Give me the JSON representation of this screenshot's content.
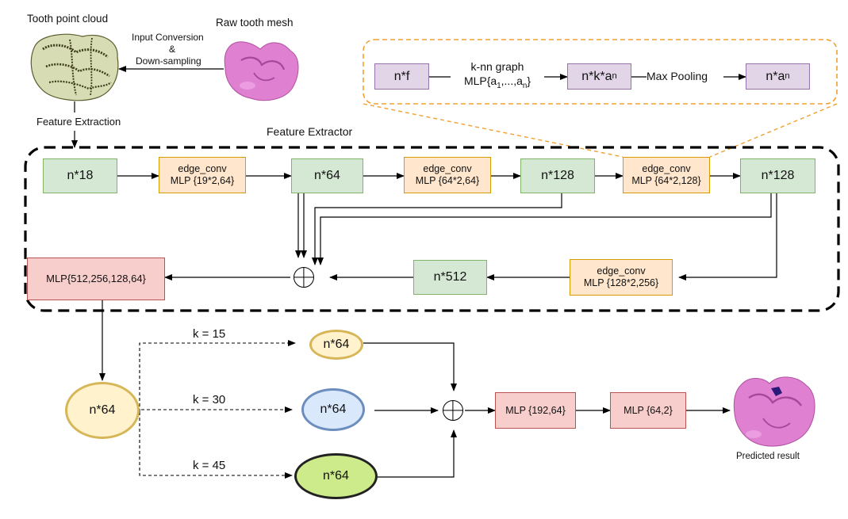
{
  "labels": {
    "tooth_point_cloud": "Tooth point cloud",
    "raw_tooth_mesh": "Raw tooth mesh",
    "input_conversion": "Input Conversion",
    "ampersand": "&",
    "down_sampling": "Down-sampling",
    "feature_extraction": "Feature Extraction",
    "feature_extractor": "Feature Extractor",
    "predicted_result": "Predicted result",
    "k15": "k = 15",
    "k30": "k = 30",
    "k45": "k = 45"
  },
  "detail": {
    "nf": "n*f",
    "knn": "k-nn graph",
    "mlp_prefix": "MLP{a",
    "mlp_mid": ",...,a",
    "mlp_suffix": "}",
    "sub1": "1",
    "subn": "n",
    "nka_prefix": "n*k*a",
    "max_pooling": "Max Pooling",
    "na_prefix": "n*a"
  },
  "extractor": {
    "n18": "n*18",
    "edge1_title": "edge_conv",
    "edge1_mlp": "MLP {19*2,64}",
    "n64": "n*64",
    "edge2_title": "edge_conv",
    "edge2_mlp": "MLP {64*2,64}",
    "n128a": "n*128",
    "edge3_title": "edge_conv",
    "edge3_mlp": "MLP {64*2,128}",
    "n128b": "n*128",
    "mlp_big": "MLP{512,256,128,64}",
    "n512": "n*512",
    "edge4_title": "edge_conv",
    "edge4_mlp": "MLP {128*2,256}"
  },
  "head": {
    "n64_main": "n*64",
    "n64_k15": "n*64",
    "n64_k30": "n*64",
    "n64_k45": "n*64",
    "mlp_192": "MLP {192,64}",
    "mlp_64_2": "MLP {64,2}"
  },
  "colors": {
    "green_fill": "#d5e8d4",
    "orange_fill": "#ffe6cc",
    "pink_fill": "#f8cecc",
    "purple_fill": "#e1d5e7",
    "yellow_ellipse_fill": "#fff2cc",
    "yellow_ellipse_border": "#d6b656",
    "blue_ellipse_fill": "#dae8fc",
    "blue_ellipse_border": "#6c8ebf",
    "lime_ellipse_fill": "#cdeb8b",
    "dashed_callout": "#f0a030",
    "tooth_mesh": "#e080d0"
  }
}
